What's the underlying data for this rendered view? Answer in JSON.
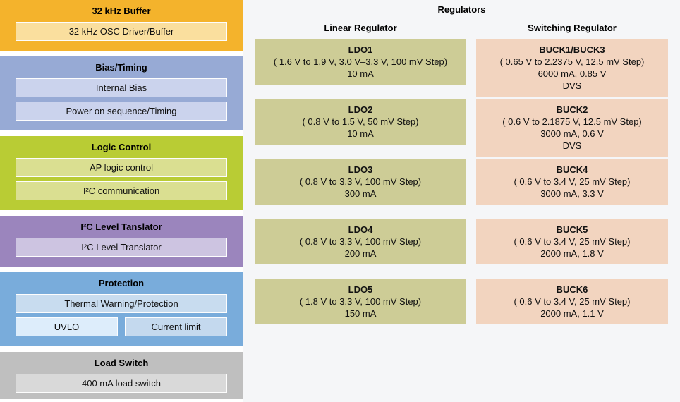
{
  "colors": {
    "buffer_bg": "#F4B32C",
    "buffer_inner": "#FADF9E",
    "bias_bg": "#97AAD5",
    "bias_inner": "#CBD3ED",
    "logic_bg": "#B9CC34",
    "logic_inner": "#DADF91",
    "i2c_bg": "#9B85BD",
    "i2c_inner": "#CDC4E1",
    "protection_bg": "#79ACDB",
    "protection_inner": "#C8DCEF",
    "uvlo_inner": "#DDEDFB",
    "current_limit_inner": "#C4D9EE",
    "load_switch_bg": "#BFBFBF",
    "load_switch_inner": "#D9D9D9",
    "ldo_box_bg": "#CDCC96",
    "buck_box_bg": "#F2D4BF",
    "right_panel_bg": "#F5F6F8"
  },
  "left_blocks": {
    "buffer": {
      "title": "32 kHz Buffer",
      "row1": "32 kHz OSC Driver/Buffer"
    },
    "bias": {
      "title": "Bias/Timing",
      "row1": "Internal Bias",
      "row2": "Power on sequence/Timing"
    },
    "logic": {
      "title": "Logic Control",
      "row1": "AP logic control",
      "row2": "I²C communication"
    },
    "i2c": {
      "title": "I²C Level Tanslator",
      "row1": "I²C Level Translator"
    },
    "protection": {
      "title": "Protection",
      "row1": "Thermal Warning/Protection",
      "row2a": "UVLO",
      "row2b": "Current limit"
    },
    "load_switch": {
      "title": "Load Switch",
      "row1": "400 mA load switch"
    }
  },
  "regulators": {
    "title": "Regulators",
    "linear_header": "Linear Regulator",
    "switching_header": "Switching Regulator",
    "ldo": [
      {
        "name": "LDO1",
        "range": "( 1.6 V to 1.9 V, 3.0 V–3.3 V, 100 mV Step)",
        "current": "10 mA"
      },
      {
        "name": "LDO2",
        "range": "( 0.8 V to 1.5 V, 50 mV Step)",
        "current": "10 mA"
      },
      {
        "name": "LDO3",
        "range": "( 0.8 V to 3.3 V, 100 mV Step)",
        "current": "300 mA"
      },
      {
        "name": "LDO4",
        "range": "( 0.8 V to 3.3 V, 100 mV Step)",
        "current": "200 mA"
      },
      {
        "name": "LDO5",
        "range": "( 1.8 V to 3.3 V, 100 mV Step)",
        "current": "150 mA"
      }
    ],
    "buck": [
      {
        "name": "BUCK1/BUCK3",
        "range": "( 0.65 V to 2.2375 V, 12.5 mV Step)",
        "current": "6000 mA, 0.85 V",
        "extra": "DVS"
      },
      {
        "name": "BUCK2",
        "range": "( 0.6 V to 2.1875 V, 12.5 mV Step)",
        "current": "3000 mA, 0.6 V",
        "extra": "DVS"
      },
      {
        "name": "BUCK4",
        "range": "( 0.6 V to 3.4 V, 25 mV Step)",
        "current": "3000 mA, 3.3 V",
        "extra": ""
      },
      {
        "name": "BUCK5",
        "range": "( 0.6 V to 3.4 V, 25 mV Step)",
        "current": "2000 mA, 1.8 V",
        "extra": ""
      },
      {
        "name": "BUCK6",
        "range": "( 0.6 V to 3.4 V, 25 mV Step)",
        "current": "2000 mA, 1.1 V",
        "extra": ""
      }
    ]
  }
}
